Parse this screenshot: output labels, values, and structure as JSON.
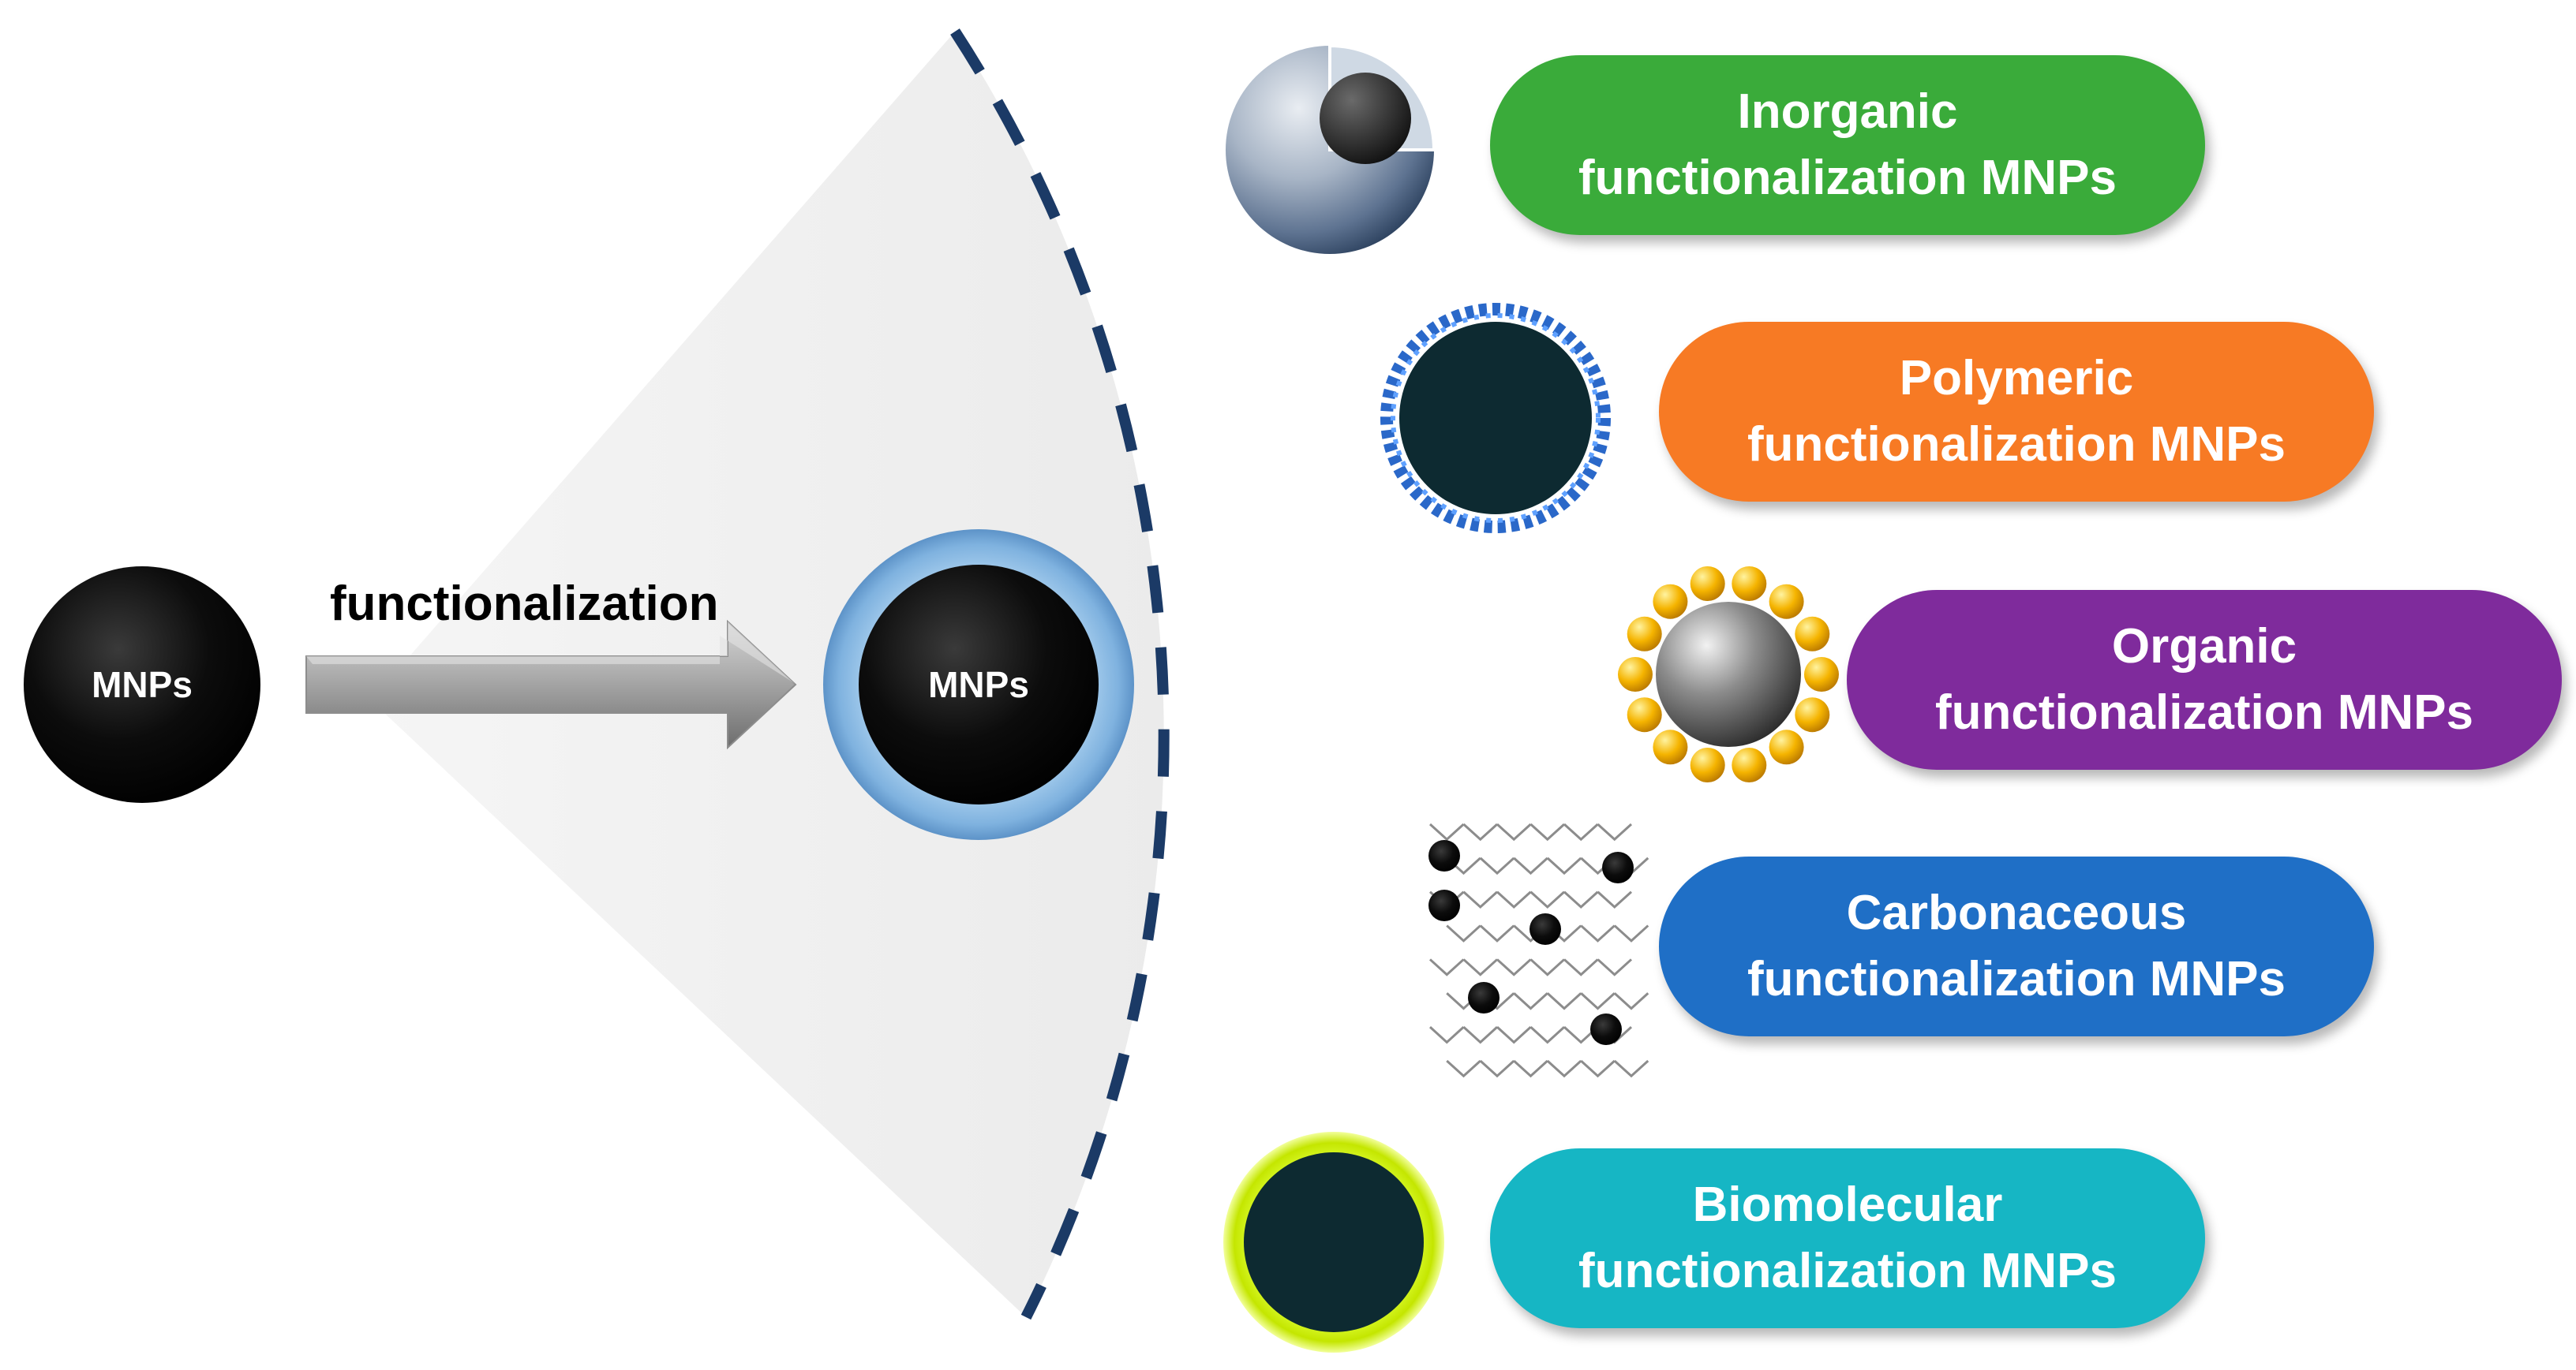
{
  "left_particle": {
    "label": "MNPs"
  },
  "arrow": {
    "label": "functionalization"
  },
  "center_particle": {
    "label": "MNPs"
  },
  "categories": [
    {
      "line1": "Inorganic",
      "line2": "functionalization MNPs",
      "color": "#3aab3a",
      "icon": "core-shell-sphere-icon"
    },
    {
      "line1": "Polymeric",
      "line2": "functionalization MNPs",
      "color": "#f77a24",
      "icon": "polymer-coated-particle-icon"
    },
    {
      "line1": "Organic",
      "line2": "functionalization MNPs",
      "color": "#7f2b9c",
      "icon": "ligand-particle-icon"
    },
    {
      "line1": "Carbonaceous",
      "line2": "functionalization MNPs",
      "color": "#1f6fc6",
      "icon": "carbon-nanotube-icon"
    },
    {
      "line1": "Biomolecular",
      "line2": "functionalization MNPs",
      "color": "#16b6c4",
      "icon": "biomolecule-shell-icon"
    }
  ]
}
